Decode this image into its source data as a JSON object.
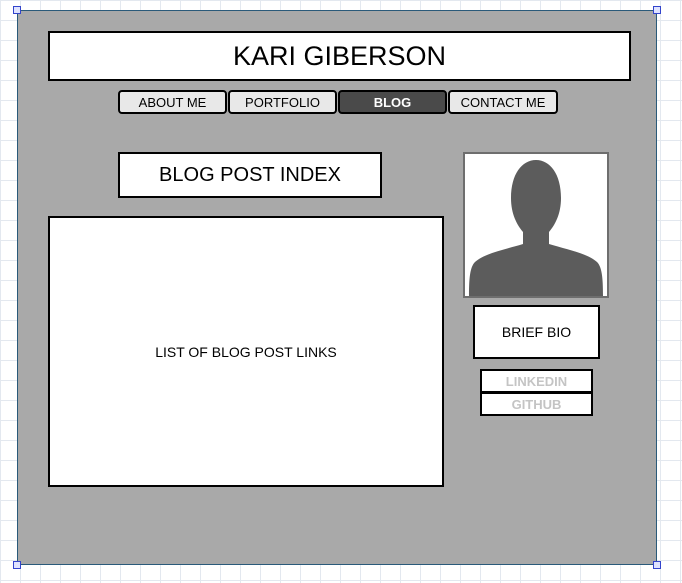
{
  "header": {
    "site_title": "KARI GIBERSON"
  },
  "nav": {
    "items": [
      {
        "label": "ABOUT ME",
        "active": false
      },
      {
        "label": "PORTFOLIO",
        "active": false
      },
      {
        "label": "BLOG",
        "active": true
      },
      {
        "label": "CONTACT ME",
        "active": false
      }
    ]
  },
  "main": {
    "heading": "BLOG POST INDEX",
    "post_list_placeholder": "LIST OF BLOG POST LINKS"
  },
  "sidebar": {
    "avatar_icon": "person-silhouette-icon",
    "bio_label": "BRIEF BIO",
    "social_links": [
      {
        "label": "LINKEDIN"
      },
      {
        "label": "GITHUB"
      }
    ]
  },
  "colors": {
    "canvas_bg": "#a9a9a9",
    "active_nav_bg": "#4a4a4a",
    "social_link_text": "#c4c4c4"
  }
}
